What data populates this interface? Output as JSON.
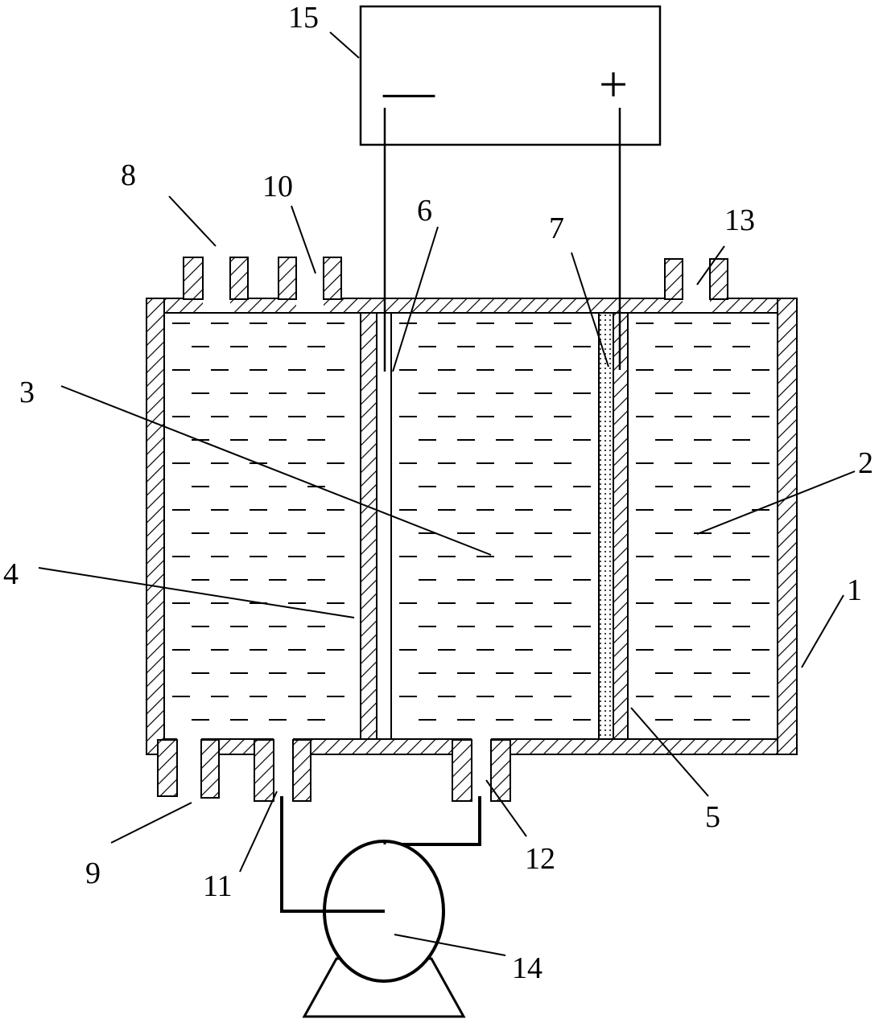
{
  "figure": {
    "background": "#ffffff",
    "ink": "#000000",
    "power_supply": {
      "negative_sign": "—",
      "positive_sign": "+"
    },
    "labels": {
      "n1": "1",
      "n2": "2",
      "n3": "3",
      "n4": "4",
      "n5": "5",
      "n6": "6",
      "n7": "7",
      "n8": "8",
      "n9": "9",
      "n10": "10",
      "n11": "11",
      "n12": "12",
      "n13": "13",
      "n14": "14",
      "n15": "15"
    }
  }
}
